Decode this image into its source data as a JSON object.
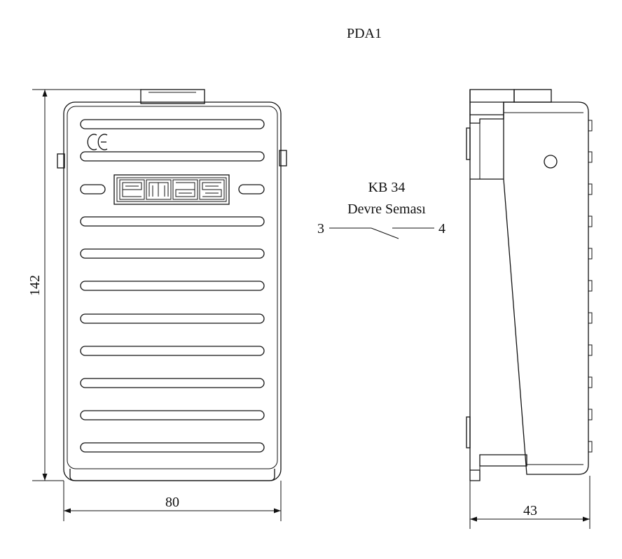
{
  "title": "PDA1",
  "circuit": {
    "model": "KB 34",
    "caption": "Devre Seması",
    "terminal_left": "3",
    "terminal_right": "4"
  },
  "front_view": {
    "logo_text": "emas",
    "ce_mark": "CE",
    "dimension_height": "142",
    "dimension_width": "80"
  },
  "side_view": {
    "dimension_depth": "43"
  }
}
